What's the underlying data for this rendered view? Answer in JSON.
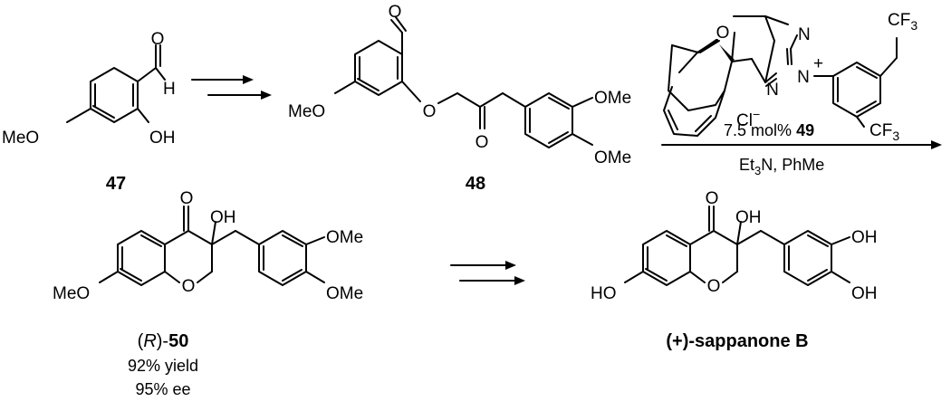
{
  "compounds": {
    "c47": {
      "number": "47"
    },
    "c48": {
      "number": "48"
    },
    "c49": {
      "number": "49"
    },
    "c50": {
      "prefix": "(",
      "stereo": "R",
      "mid": ")-",
      "number": "50",
      "yield": "92% yield",
      "ee": "95% ee"
    },
    "product": {
      "name": "(+)-sappanone B"
    }
  },
  "atoms": {
    "meo": "MeO",
    "ome": "OMe",
    "oh": "OH",
    "ho": "HO",
    "o": "O",
    "h": "H",
    "n": "N",
    "plus": "+",
    "cf": "CF",
    "sub3": "3",
    "cl": "Cl",
    "minus": "−"
  },
  "conditions": {
    "catalyst_loading": "7.5 mol%",
    "base_prefix": "Et",
    "base_sub": "3",
    "base_suffix": "N, PhMe"
  }
}
